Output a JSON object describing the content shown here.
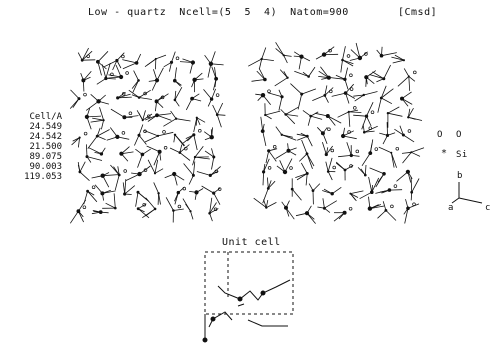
{
  "header": {
    "title": "Low - quartz  Ncell=(5  5  4)  Natom=900",
    "tag": "[Cmsd]"
  },
  "cell_params": {
    "heading": "Cell/A",
    "values": [
      "24.549",
      "24.542",
      "21.500",
      "89.075",
      "90.003",
      "119.053"
    ]
  },
  "legend": {
    "o_symbol": "O",
    "o_label": "O",
    "si_symbol": "*",
    "si_label": "Si"
  },
  "axes": {
    "b": "b",
    "a": "a",
    "c": "c"
  },
  "unit_cell": {
    "title": "Unit cell"
  },
  "colors": {
    "ink": "#111111",
    "background": "#ffffff"
  }
}
